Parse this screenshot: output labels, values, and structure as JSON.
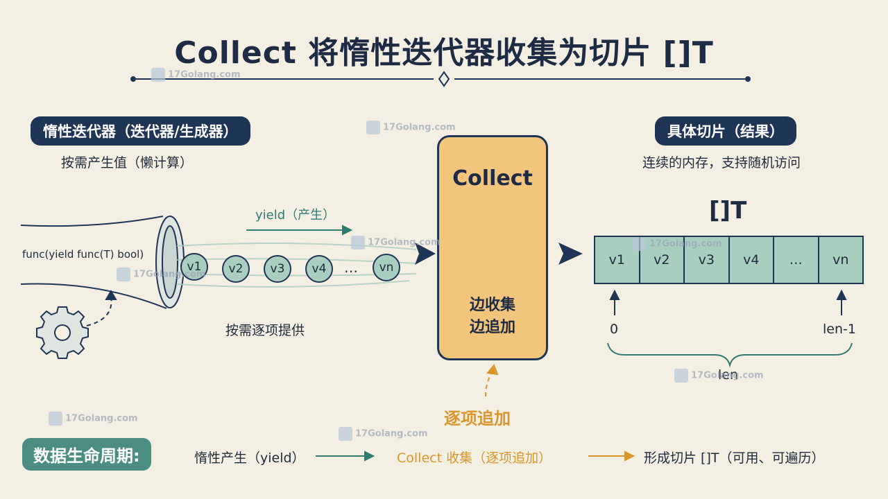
{
  "title": "Collect 将惰性迭代器收集为切片 []T",
  "lazy": {
    "badge": "惰性迭代器（迭代器/生成器）",
    "subtitle": "按需产生值（懒计算）",
    "func_label": "func(yield func(T) bool)",
    "yield_label": "yield（产生）",
    "values": [
      "v1",
      "v2",
      "v3",
      "v4",
      "…",
      "vn"
    ],
    "provide_label": "按需逐项提供"
  },
  "collect": {
    "label": "Collect",
    "desc_line1": "边收集",
    "desc_line2": "边追加",
    "append_label": "逐项追加"
  },
  "slice": {
    "badge": "具体切片（结果）",
    "subtitle": "连续的内存，支持随机访问",
    "type_label": "[]T",
    "cells": [
      "v1",
      "v2",
      "v3",
      "v4",
      "…",
      "vn"
    ],
    "index_start": "0",
    "index_end": "len-1",
    "len_label": "len"
  },
  "lifecycle": {
    "badge": "数据生命周期:",
    "step1": "惰性产生（yield）",
    "step2": "Collect 收集（逐项追加）",
    "step3": "形成切片 []T（可用、可遍历）"
  },
  "watermark": "17Golang.com",
  "colors": {
    "navy": "#1f3556",
    "teal": "#4b8d82",
    "mint": "#a9cdbf",
    "amber": "#d9962a",
    "collect_fill": "#f2c57d",
    "background": "#f4efe3"
  },
  "icons": [
    "gear-icon",
    "basketball-hoop-icon",
    "funnel-icon"
  ]
}
